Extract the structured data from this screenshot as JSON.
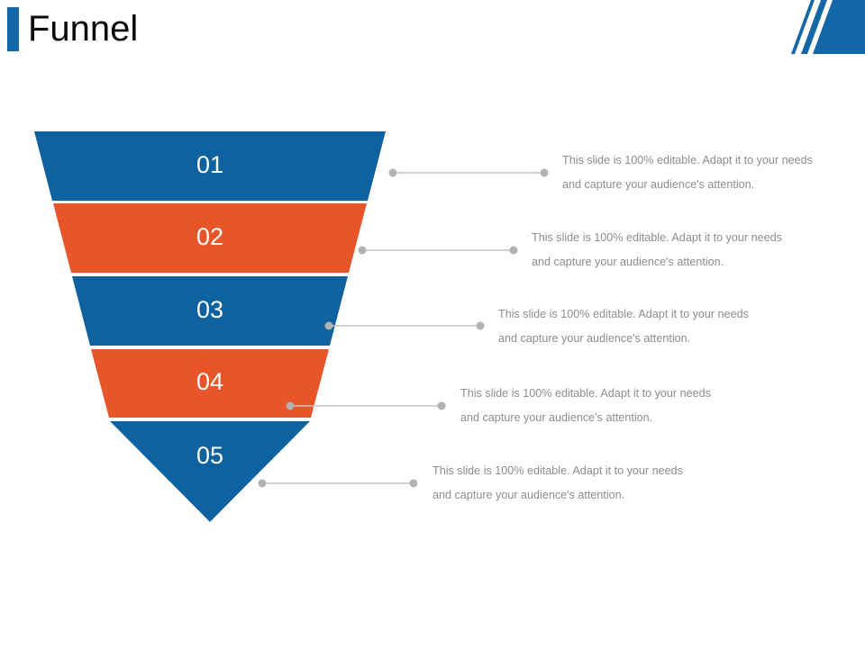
{
  "slide": {
    "title": "Funnel",
    "background_color": "#ffffff"
  },
  "theme": {
    "blue": "#0d629f",
    "orange": "#e85529",
    "accent_bar": "#1268a6",
    "connector_line": "#c3c3c3",
    "connector_dot": "#b2b2b2",
    "body_text": "#8d8d8d",
    "title_text": "#0a0a0a",
    "number_text": "#ffffff"
  },
  "chart_data": {
    "type": "funnel",
    "title": "Funnel",
    "stage_count": 5,
    "stages": [
      {
        "number": "01",
        "color": "#0d629f",
        "description_line_1": "This slide is 100% editable. Adapt it to your needs",
        "description_line_2": "and capture your audience's attention."
      },
      {
        "number": "02",
        "color": "#e85529",
        "description_line_1": "This slide is 100% editable. Adapt it to your needs",
        "description_line_2": "and capture your audience's attention."
      },
      {
        "number": "03",
        "color": "#0d629f",
        "description_line_1": "This slide is 100% editable. Adapt it to your needs",
        "description_line_2": "and capture your audience's attention."
      },
      {
        "number": "04",
        "color": "#e85529",
        "description_line_1": "This slide is 100% editable. Adapt it to your needs",
        "description_line_2": "and capture your audience's attention."
      },
      {
        "number": "05",
        "color": "#0d629f",
        "description_line_1": "This slide is 100% editable. Adapt it to your needs",
        "description_line_2": "and capture your audience's attention."
      }
    ]
  }
}
